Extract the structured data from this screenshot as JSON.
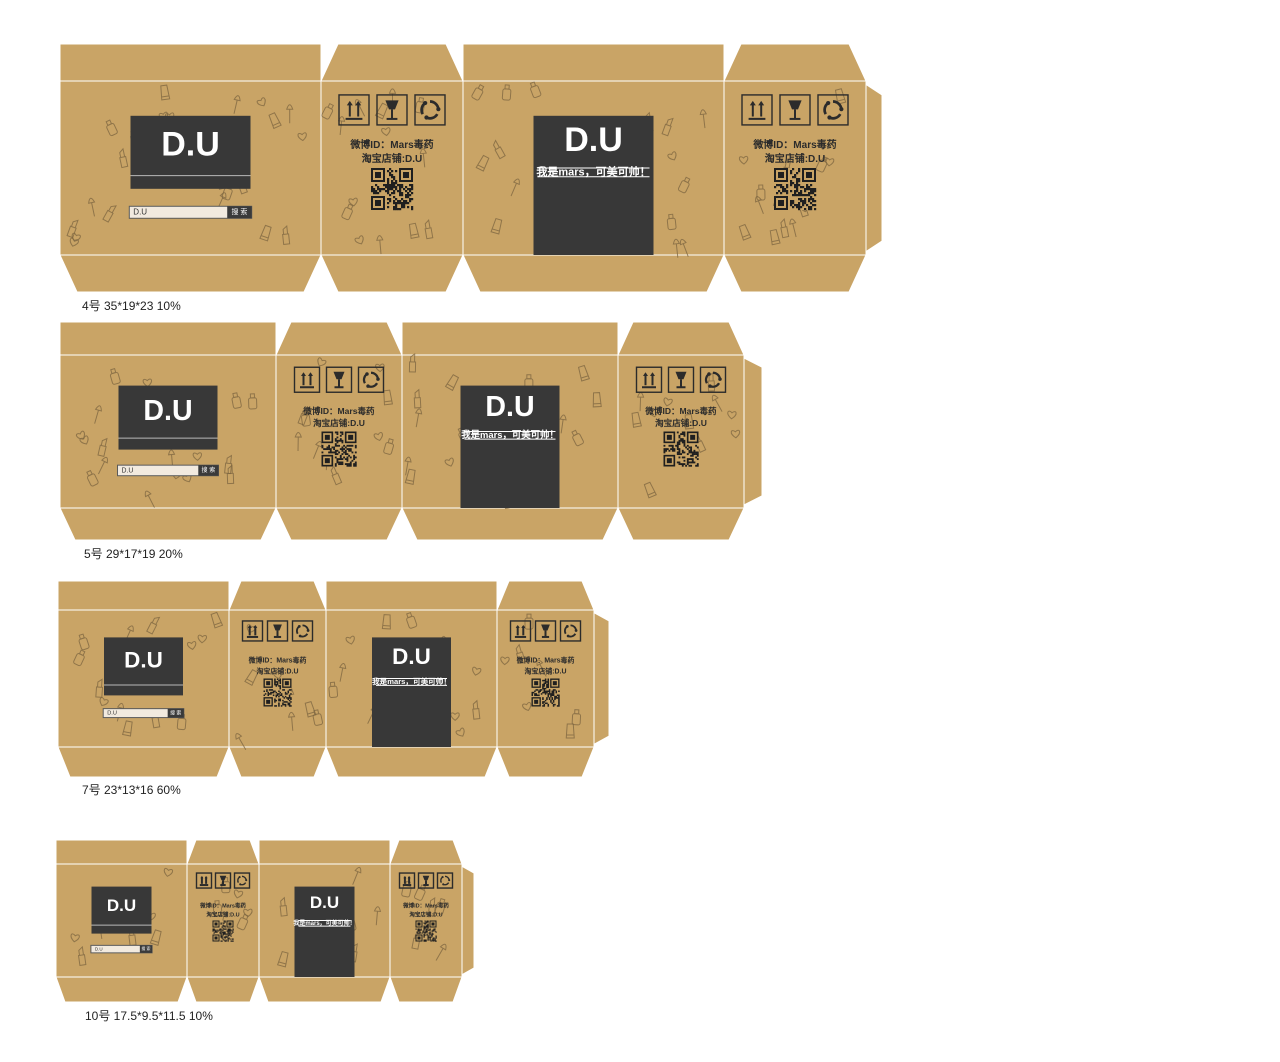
{
  "colors": {
    "kraft": "#c9a466",
    "kraft_dark": "#b48e52",
    "panel": "#383838",
    "doodle": "#7c6540",
    "line": "#ffffff"
  },
  "box_text": {
    "logo": "D.U",
    "slogan": "我是mars，可美可帅！",
    "weibo": "微博ID：Mars毒药",
    "shop": "淘宝店铺:D.U",
    "search_field": "D.U",
    "search_button": "搜 索"
  },
  "icons": [
    "this-way-up-icon",
    "fragile-glass-icon",
    "recycle-icon"
  ],
  "boxes": [
    {
      "id": "box-4",
      "caption": "4号 35*19*23 10%"
    },
    {
      "id": "box-5",
      "caption": "5号 29*17*19 20%"
    },
    {
      "id": "box-7",
      "caption": "7号 23*13*16 60%"
    },
    {
      "id": "box-10",
      "caption": "10号 17.5*9.5*11.5 10%"
    }
  ]
}
